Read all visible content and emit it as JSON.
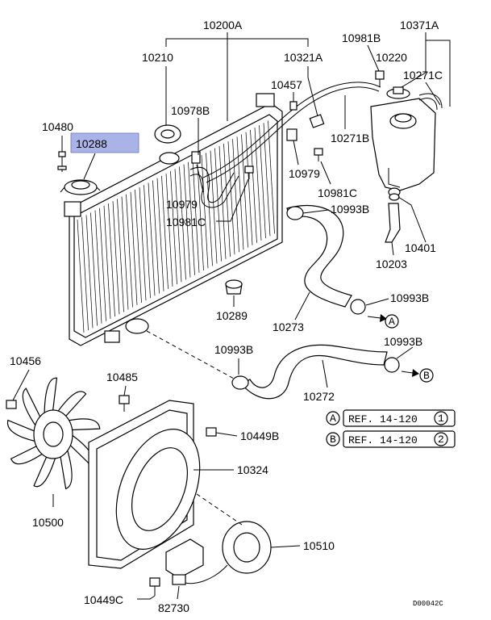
{
  "diagram_code": "D00042C",
  "highlight_color": "#a9b3e8",
  "highlighted_part": "10288",
  "part_labels": [
    {
      "key": "p10200A",
      "text": "10200A"
    },
    {
      "key": "p10210",
      "text": "10210"
    },
    {
      "key": "p10321A",
      "text": "10321A"
    },
    {
      "key": "p10981B",
      "text": "10981B"
    },
    {
      "key": "p10371A",
      "text": "10371A"
    },
    {
      "key": "p10220",
      "text": "10220"
    },
    {
      "key": "p10271C",
      "text": "10271C"
    },
    {
      "key": "p10457",
      "text": "10457"
    },
    {
      "key": "p10978B",
      "text": "10978B"
    },
    {
      "key": "p10480",
      "text": "10480"
    },
    {
      "key": "p10288",
      "text": "10288"
    },
    {
      "key": "p10271B",
      "text": "10271B"
    },
    {
      "key": "p10979a",
      "text": "10979"
    },
    {
      "key": "p10981Ca",
      "text": "10981C"
    },
    {
      "key": "p10979b",
      "text": "10979"
    },
    {
      "key": "p10981Cb",
      "text": "10981C"
    },
    {
      "key": "p10993Ba",
      "text": "10993B"
    },
    {
      "key": "p10401",
      "text": "10401"
    },
    {
      "key": "p10203",
      "text": "10203"
    },
    {
      "key": "p10289",
      "text": "10289"
    },
    {
      "key": "p10273",
      "text": "10273"
    },
    {
      "key": "p10993Bb",
      "text": "10993B"
    },
    {
      "key": "p10993Bc",
      "text": "10993B"
    },
    {
      "key": "p10993Bd",
      "text": "10993B"
    },
    {
      "key": "p10456",
      "text": "10456"
    },
    {
      "key": "p10485",
      "text": "10485"
    },
    {
      "key": "p10272",
      "text": "10272"
    },
    {
      "key": "p10449Ba",
      "text": "10449B"
    },
    {
      "key": "p10324",
      "text": "10324"
    },
    {
      "key": "p10500",
      "text": "10500"
    },
    {
      "key": "p10510",
      "text": "10510"
    },
    {
      "key": "p10449C",
      "text": "10449C"
    },
    {
      "key": "p82730",
      "text": "82730"
    }
  ],
  "references": [
    {
      "marker": "A",
      "text": "REF. 14-120",
      "page": "1"
    },
    {
      "marker": "B",
      "text": "REF. 14-120",
      "page": "2"
    }
  ],
  "arrow_markers": [
    "A",
    "B"
  ]
}
